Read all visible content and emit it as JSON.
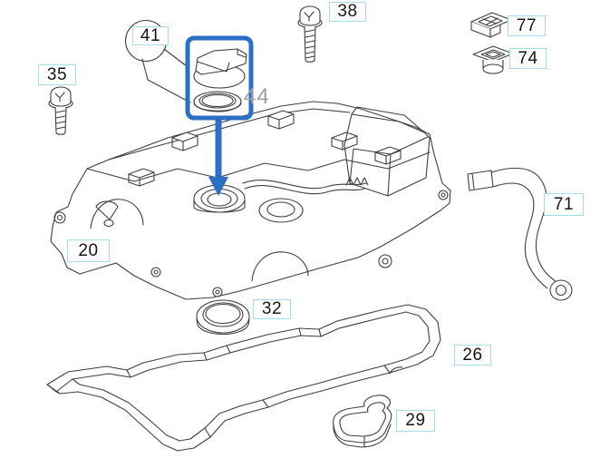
{
  "diagram_kind": "exploded-parts-diagram",
  "colors": {
    "highlight": "#2b6fc4",
    "label_border": "#a7dbec",
    "line": "#3f3f3f",
    "muted": "#9aa0a6",
    "background": "#ffffff"
  },
  "callouts": {
    "20": {
      "label": "20",
      "icon": "cylinder-head-cover"
    },
    "26": {
      "label": "26",
      "icon": "perimeter-gasket"
    },
    "29": {
      "label": "29",
      "icon": "small-gasket"
    },
    "32": {
      "label": "32",
      "icon": "round-seal-ring"
    },
    "35": {
      "label": "35",
      "icon": "flange-bolt-short"
    },
    "38": {
      "label": "38",
      "icon": "flange-bolt-long"
    },
    "41": {
      "label": "41",
      "icon": "oil-filler-cap"
    },
    "44": {
      "label": "44",
      "icon": "cap-seal-ring"
    },
    "71": {
      "label": "71",
      "icon": "vent-hose"
    },
    "74": {
      "label": "74",
      "icon": "rubber-grommet"
    },
    "77": {
      "label": "77",
      "icon": "cable-clip"
    }
  },
  "annotations": {
    "highlight_box": "oil-filler-cap-and-seal",
    "arrow": "cap-to-filler-neck"
  }
}
